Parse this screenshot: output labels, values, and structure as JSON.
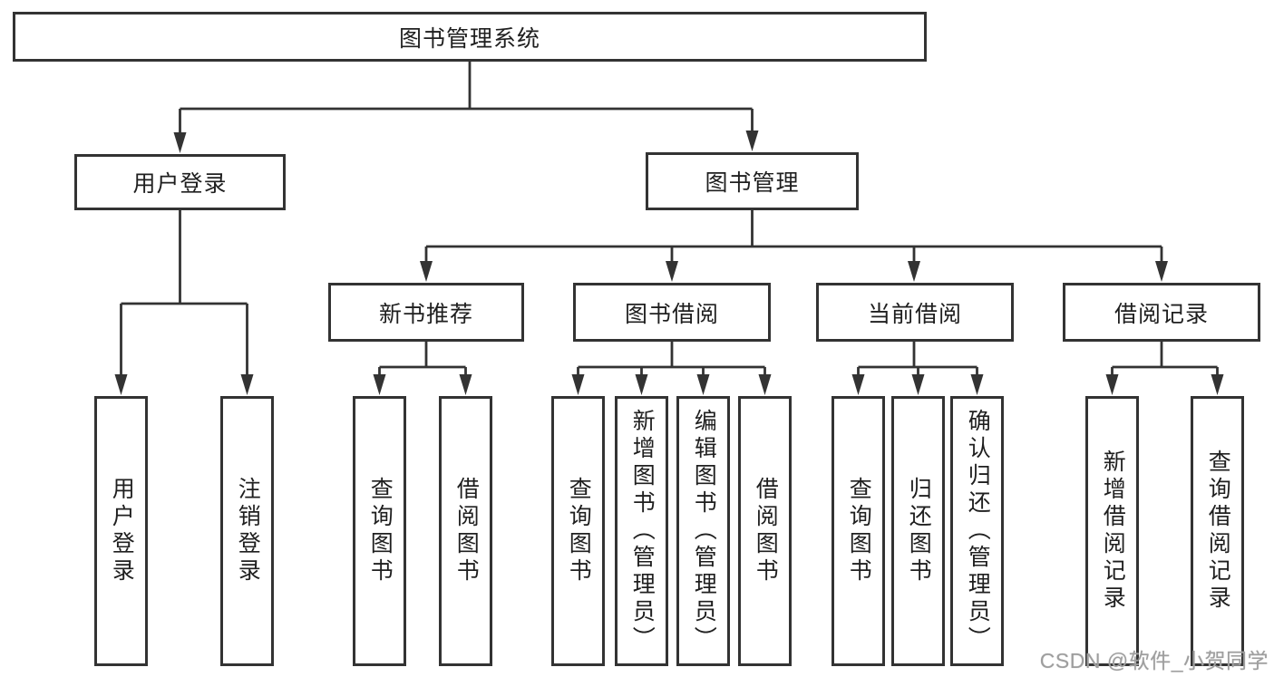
{
  "colors": {
    "line": "#333333",
    "box_border": "#333333",
    "box_background": "#ffffff",
    "text": "#1f1f1f",
    "watermark": "#9e9e9e"
  },
  "watermark": "CSDN @软件_小贺同学",
  "tree": {
    "root": {
      "label": "图书管理系统"
    },
    "branches": [
      {
        "label": "用户登录",
        "children": [
          {
            "label": "用户登录"
          },
          {
            "label": "注销登录"
          }
        ]
      },
      {
        "label": "图书管理",
        "children": [
          {
            "label": "新书推荐",
            "children": [
              {
                "label": "查询图书"
              },
              {
                "label": "借阅图书"
              }
            ]
          },
          {
            "label": "图书借阅",
            "children": [
              {
                "label": "查询图书"
              },
              {
                "label": "新增图书（管理员）"
              },
              {
                "label": "编辑图书（管理员）"
              },
              {
                "label": "借阅图书"
              }
            ]
          },
          {
            "label": "当前借阅",
            "children": [
              {
                "label": "查询图书"
              },
              {
                "label": "归还图书"
              },
              {
                "label": "确认归还（管理员）"
              }
            ]
          },
          {
            "label": "借阅记录",
            "children": [
              {
                "label": "新增借阅记录"
              },
              {
                "label": "查询借阅记录"
              }
            ]
          }
        ]
      }
    ]
  }
}
